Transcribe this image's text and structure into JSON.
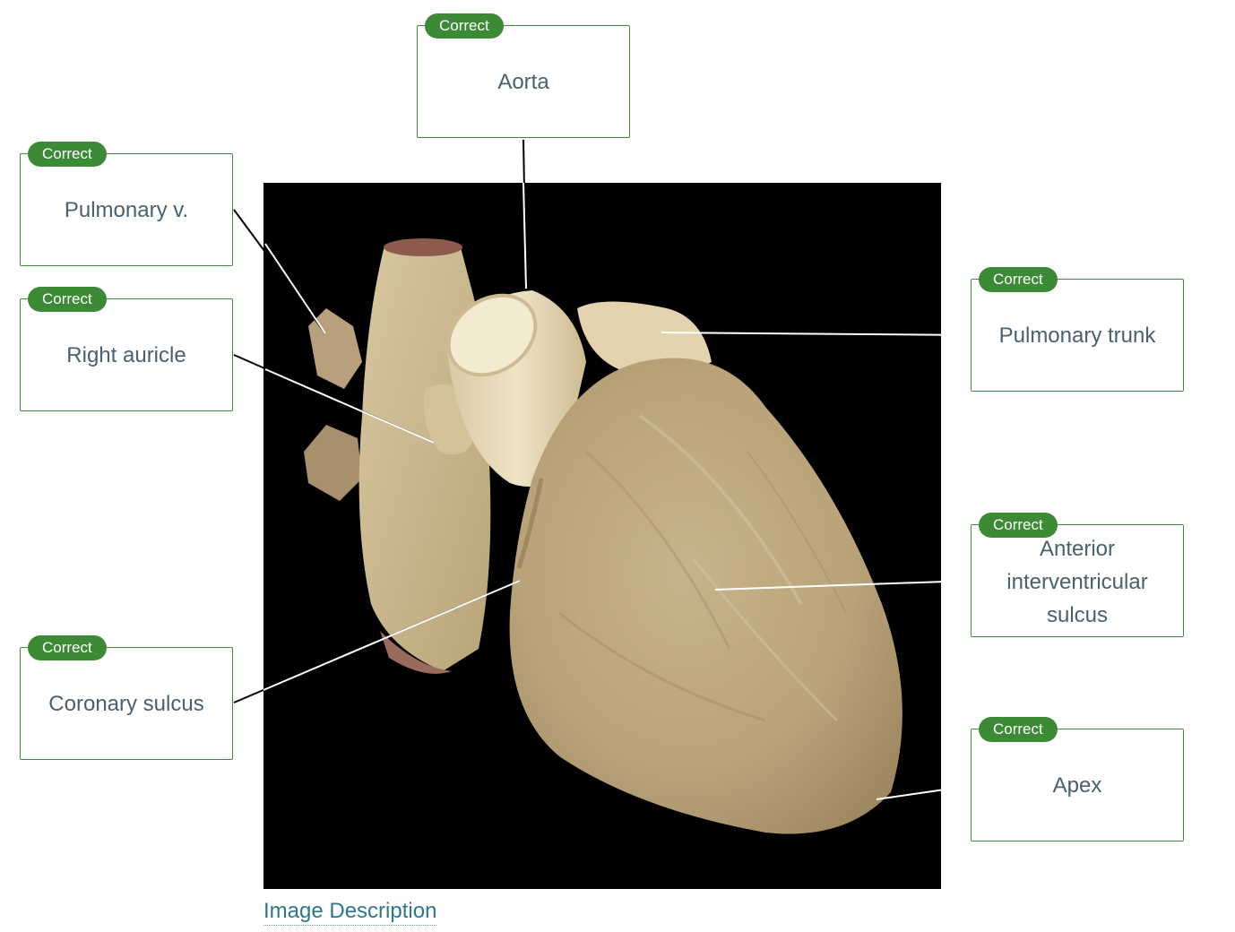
{
  "status_label": "Correct",
  "labels": {
    "aorta": "Aorta",
    "pulmonary_v": "Pulmonary v.",
    "right_auricle": "Right auricle",
    "pulmonary_trunk": "Pulmonary trunk",
    "anterior_interventricular_sulcus": "Anterior interventricular sulcus",
    "coronary_sulcus": "Coronary sulcus",
    "apex": "Apex"
  },
  "image_description_link": "Image Description",
  "colors": {
    "correct_badge": "#3c8a36",
    "box_border": "#3f8b3f",
    "label_text": "#4a6070",
    "link": "#2f7790",
    "photo_background": "#000000"
  }
}
